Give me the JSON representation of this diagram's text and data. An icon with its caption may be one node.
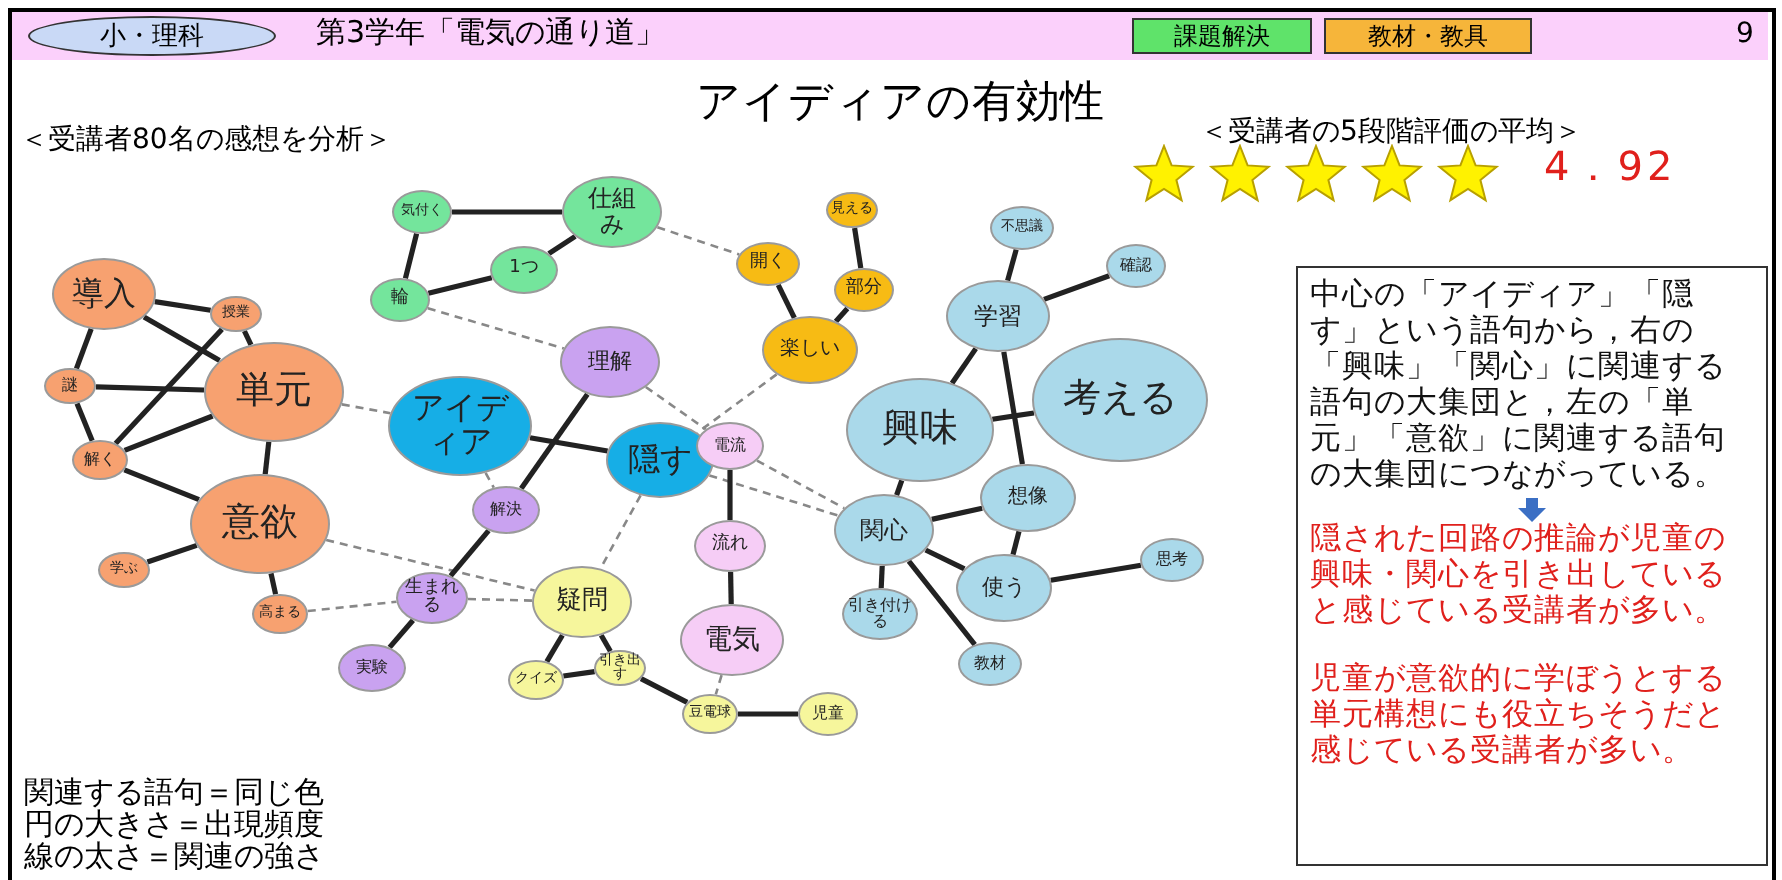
{
  "diagram": {
    "title": "アイディアの有効性",
    "nodes": [
      {
        "text": [
          "導入"
        ]
      },
      {
        "text": [
          "授業"
        ]
      },
      {
        "text": [
          "謎"
        ]
      },
      {
        "text": [
          "単元"
        ]
      },
      {
        "text": [
          "解く"
        ]
      },
      {
        "text": [
          "意欲"
        ]
      },
      {
        "text": [
          "学ぶ"
        ]
      },
      {
        "text": [
          "高まる"
        ]
      },
      {
        "text": [
          "気付く"
        ]
      },
      {
        "text": [
          "仕組み"
        ]
      },
      {
        "text": [
          "1つ"
        ]
      },
      {
        "text": [
          "輪"
        ]
      },
      {
        "text": [
          "見える"
        ]
      },
      {
        "text": [
          "開く"
        ]
      },
      {
        "text": [
          "部分"
        ]
      },
      {
        "text": [
          "楽しい"
        ]
      },
      {
        "text": [
          "不思議"
        ]
      },
      {
        "text": [
          "確認"
        ]
      },
      {
        "text": [
          "学習"
        ]
      },
      {
        "text": [
          "考える"
        ]
      },
      {
        "text": [
          "興味"
        ]
      },
      {
        "text": [
          "理解"
        ]
      },
      {
        "text": [
          "アイディア"
        ]
      },
      {
        "text": [
          "隠す"
        ]
      },
      {
        "text": [
          "電流"
        ]
      },
      {
        "text": [
          "解決"
        ]
      },
      {
        "text": [
          "関心"
        ]
      },
      {
        "text": [
          "想像"
        ]
      },
      {
        "text": [
          "思考"
        ]
      },
      {
        "text": [
          "使う"
        ]
      },
      {
        "text": [
          "流れ"
        ]
      },
      {
        "text": [
          "生まれる"
        ]
      },
      {
        "text": [
          "疑問"
        ]
      },
      {
        "text": [
          "引き付ける"
        ]
      },
      {
        "text": [
          "電気"
        ]
      },
      {
        "text": [
          "実験"
        ]
      },
      {
        "text": [
          "クイズ"
        ]
      },
      {
        "text": [
          "引き出す"
        ]
      },
      {
        "text": [
          "教材"
        ]
      },
      {
        "text": [
          "豆電球"
        ]
      },
      {
        "text": [
          "児童"
        ]
      },
      {
        "text": [
          "小・理科"
        ]
      },
      {
        "text": [
          "課題解決"
        ]
      },
      {
        "text": [
          "教材・教具"
        ]
      },
      {
        "text": [
          "中心の「アイディア」「隠す」という語句から，右の「興味」「関心」に関連する語句の大集団と，左の「単元」「意欲」に関連する語句の大集団につながっている。",
          "隠された回路の推論が児童の興味・関心を引き出していると感じている受講者が多い。",
          "児童が意欲的に学ぼうとする単元構想にも役立ちそうだと感じている受講者が多い。"
        ]
      }
    ],
    "edges": [
      {
        "from": 0,
        "to": 1,
        "arrow": "none"
      },
      {
        "from": 0,
        "to": 3,
        "arrow": "none"
      },
      {
        "from": 0,
        "to": 2,
        "arrow": "none"
      },
      {
        "from": 2,
        "to": 4,
        "arrow": "none"
      },
      {
        "from": 2,
        "to": 3,
        "arrow": "none"
      },
      {
        "from": 1,
        "to": 3,
        "arrow": "none"
      },
      {
        "from": 1,
        "to": 4,
        "arrow": "none"
      },
      {
        "from": 4,
        "to": 3,
        "arrow": "none"
      },
      {
        "from": 4,
        "to": 5,
        "arrow": "none"
      },
      {
        "from": 3,
        "to": 5,
        "arrow": "none"
      },
      {
        "from": 5,
        "to": 6,
        "arrow": "none"
      },
      {
        "from": 5,
        "to": 7,
        "arrow": "none"
      },
      {
        "from": 3,
        "to": 22,
        "arrow": "none",
        "style": "dashed",
        "color": "#888888"
      },
      {
        "from": 5,
        "to": 32,
        "arrow": "none",
        "style": "dashed",
        "color": "#888888"
      },
      {
        "from": 7,
        "to": 31,
        "arrow": "none",
        "style": "dashed",
        "color": "#888888"
      },
      {
        "from": 8,
        "to": 9,
        "arrow": "none"
      },
      {
        "from": 8,
        "to": 11,
        "arrow": "none"
      },
      {
        "from": 11,
        "to": 10,
        "arrow": "none"
      },
      {
        "from": 10,
        "to": 9,
        "arrow": "none"
      },
      {
        "from": 11,
        "to": 21,
        "arrow": "none",
        "style": "dashed",
        "color": "#888888"
      },
      {
        "from": 9,
        "to": 13,
        "arrow": "none",
        "style": "dashed",
        "color": "#888888"
      },
      {
        "from": 12,
        "to": 14,
        "arrow": "none"
      },
      {
        "from": 13,
        "to": 15,
        "arrow": "none"
      },
      {
        "from": 14,
        "to": 15,
        "arrow": "none"
      },
      {
        "from": 15,
        "to": 23,
        "arrow": "none",
        "style": "dashed",
        "color": "#888888"
      },
      {
        "from": 16,
        "to": 18,
        "arrow": "none"
      },
      {
        "from": 17,
        "to": 18,
        "arrow": "none"
      },
      {
        "from": 18,
        "to": 20,
        "arrow": "none"
      },
      {
        "from": 18,
        "to": 27,
        "arrow": "none"
      },
      {
        "from": 20,
        "to": 19,
        "arrow": "none"
      },
      {
        "from": 20,
        "to": 26,
        "arrow": "none"
      },
      {
        "from": 26,
        "to": 27,
        "arrow": "none"
      },
      {
        "from": 26,
        "to": 29,
        "arrow": "none"
      },
      {
        "from": 29,
        "to": 27,
        "arrow": "none"
      },
      {
        "from": 29,
        "to": 28,
        "arrow": "none"
      },
      {
        "from": 26,
        "to": 33,
        "arrow": "none"
      },
      {
        "from": 26,
        "to": 38,
        "arrow": "none"
      },
      {
        "from": 24,
        "to": 26,
        "arrow": "none",
        "style": "dashed",
        "color": "#888888"
      },
      {
        "from": 23,
        "to": 26,
        "arrow": "none",
        "style": "dashed",
        "color": "#888888"
      },
      {
        "from": 24,
        "to": 30,
        "arrow": "none"
      },
      {
        "from": 30,
        "to": 34,
        "arrow": "none"
      },
      {
        "from": 21,
        "to": 24,
        "arrow": "none",
        "style": "dashed",
        "color": "#888888"
      },
      {
        "from": 22,
        "to": 23,
        "arrow": "none"
      },
      {
        "from": 22,
        "to": 25,
        "arrow": "none",
        "style": "dashed",
        "color": "#888888"
      },
      {
        "from": 21,
        "to": 25,
        "arrow": "none"
      },
      {
        "from": 25,
        "to": 31,
        "arrow": "none"
      },
      {
        "from": 31,
        "to": 35,
        "arrow": "none"
      },
      {
        "from": 31,
        "to": 32,
        "arrow": "none",
        "style": "dashed",
        "color": "#888888"
      },
      {
        "from": 23,
        "to": 32,
        "arrow": "none",
        "style": "dashed",
        "color": "#888888"
      },
      {
        "from": 32,
        "to": 36,
        "arrow": "none"
      },
      {
        "from": 32,
        "to": 37,
        "arrow": "none"
      },
      {
        "from": 36,
        "to": 37,
        "arrow": "none"
      },
      {
        "from": 37,
        "to": 39,
        "arrow": "none"
      },
      {
        "from": 39,
        "to": 40,
        "arrow": "none"
      },
      {
        "from": 34,
        "to": 39,
        "arrow": "none",
        "style": "dashed",
        "color": "#888888"
      }
    ],
    "labels": [
      "第3学年「電気の通り道」",
      "9",
      "＜受講者80名の感想を分析＞",
      "＜受講者の5段階評価の平均＞",
      "4．92",
      "関連する語句＝同じ色",
      "円の大きさ＝出現頻度",
      "線の太さ＝関連の強さ"
    ]
  }
}
